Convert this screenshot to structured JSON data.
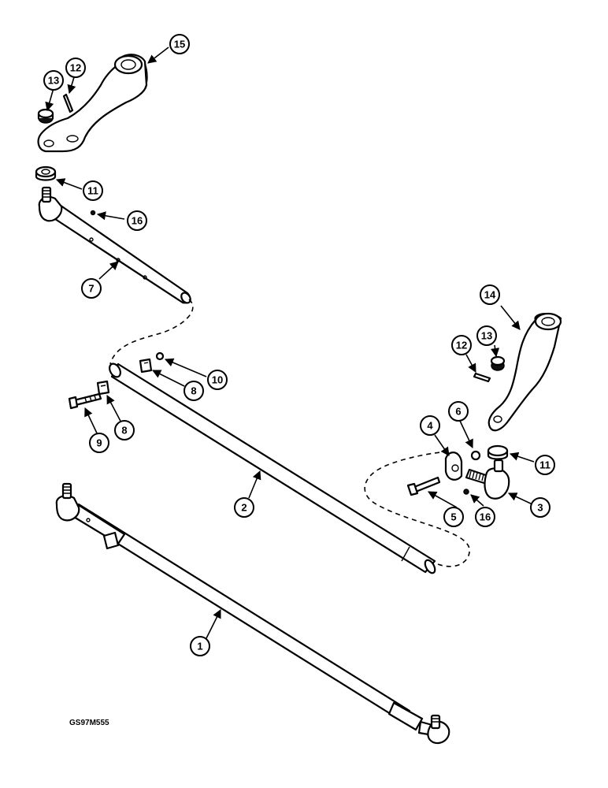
{
  "drawing_code": "GS97M555",
  "callouts": [
    {
      "id": "c15",
      "label": "15"
    },
    {
      "id": "c13a",
      "label": "13"
    },
    {
      "id": "c12a",
      "label": "12"
    },
    {
      "id": "c11a",
      "label": "11"
    },
    {
      "id": "c16a",
      "label": "16"
    },
    {
      "id": "c7",
      "label": "7"
    },
    {
      "id": "c14",
      "label": "14"
    },
    {
      "id": "c13b",
      "label": "13"
    },
    {
      "id": "c12b",
      "label": "12"
    },
    {
      "id": "c10",
      "label": "10"
    },
    {
      "id": "c8a",
      "label": "8"
    },
    {
      "id": "c8b",
      "label": "8"
    },
    {
      "id": "c9",
      "label": "9"
    },
    {
      "id": "c4",
      "label": "4"
    },
    {
      "id": "c6",
      "label": "6"
    },
    {
      "id": "c11b",
      "label": "11"
    },
    {
      "id": "c2",
      "label": "2"
    },
    {
      "id": "c5",
      "label": "5"
    },
    {
      "id": "c16b",
      "label": "16"
    },
    {
      "id": "c3",
      "label": "3"
    },
    {
      "id": "c1",
      "label": "1"
    }
  ],
  "icons": [
    "arrow-head-icon"
  ]
}
